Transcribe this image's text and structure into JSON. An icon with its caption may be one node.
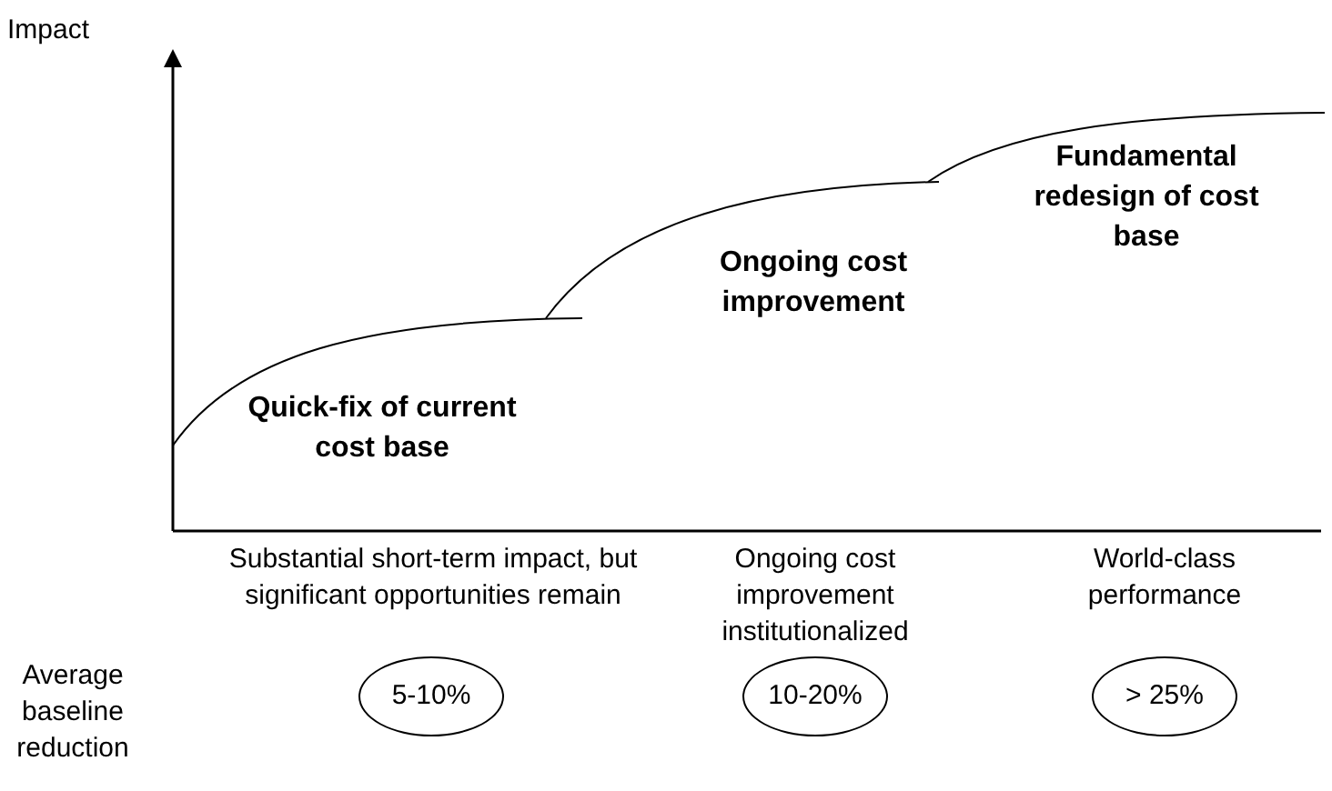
{
  "diagram": {
    "nodes": [
      {
        "text": [
          "5-10%"
        ]
      },
      {
        "text": [
          "10-20%"
        ]
      },
      {
        "text": [
          "> 25%"
        ]
      }
    ],
    "labels": [
      "Impact",
      "Fundamental redesign of cost base",
      "Ongoing cost improvement",
      "Quick-fix of current cost base",
      "Substantial short-term impact, but significant opportunities remain",
      "Ongoing cost improvement institutionalized",
      "World-class performance",
      "Average baseline reduction"
    ]
  }
}
